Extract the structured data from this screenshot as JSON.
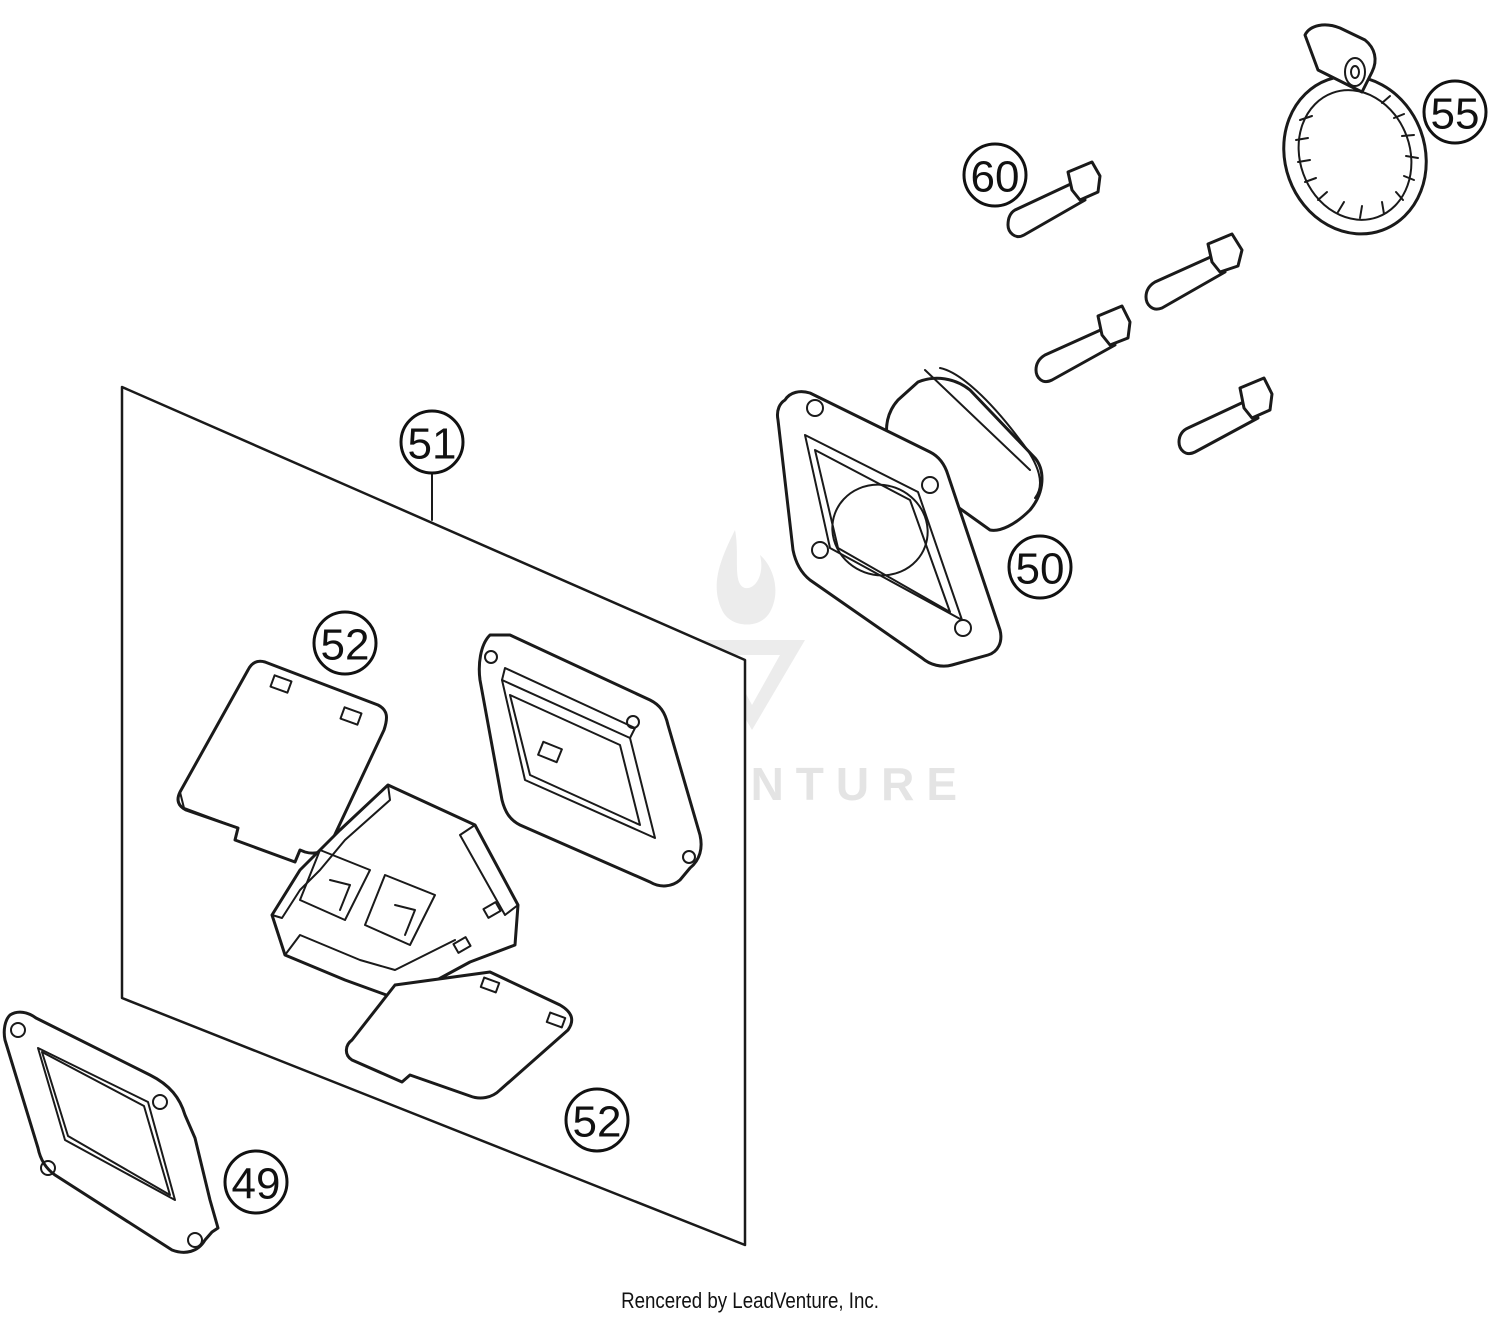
{
  "callouts": {
    "c49": "49",
    "c50": "50",
    "c51": "51",
    "c52a": "52",
    "c52b": "52",
    "c55": "55",
    "c60": "60"
  },
  "watermark": "LEADVENTURE",
  "footer": "Rencered by LeadVenture, Inc."
}
